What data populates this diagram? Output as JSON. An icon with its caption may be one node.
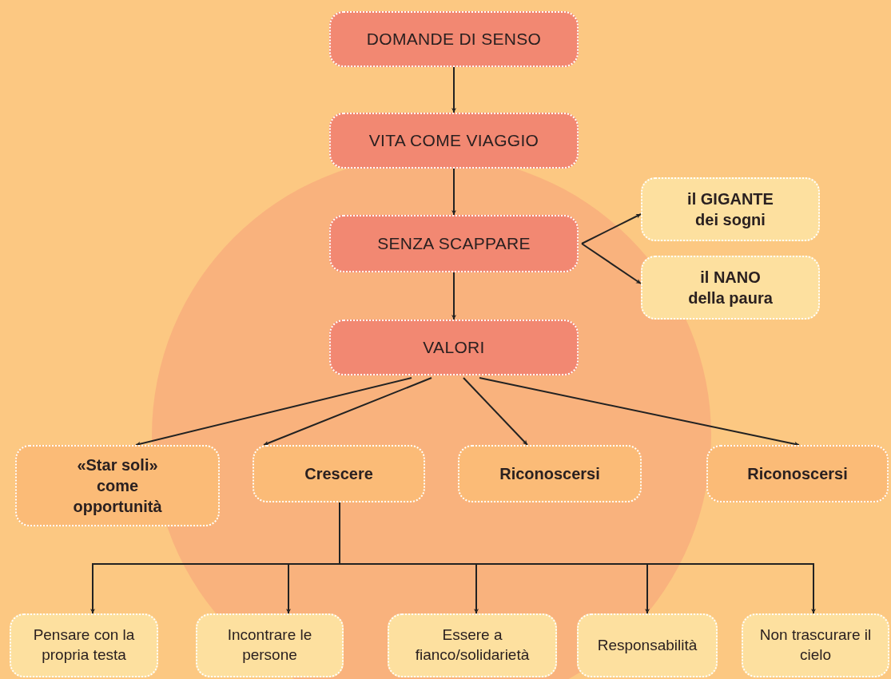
{
  "diagram": {
    "nodes": [
      {
        "text": [
          "DOMANDE DI SENSO"
        ]
      },
      {
        "text": [
          "VITA COME VIAGGIO"
        ]
      },
      {
        "text": [
          "SENZA SCAPPARE"
        ]
      },
      {
        "text": [
          "il GIGANTE dei sogni"
        ]
      },
      {
        "text": [
          "il NANO della paura"
        ]
      },
      {
        "text": [
          "VALORI"
        ]
      },
      {
        "text": [
          "«Star soli» come opportunità"
        ]
      },
      {
        "text": [
          "Crescere"
        ]
      },
      {
        "text": [
          "Riconoscersi"
        ]
      },
      {
        "text": [
          "Riconoscersi"
        ]
      },
      {
        "text": [
          "Pensare con la propria testa"
        ]
      },
      {
        "text": [
          "Incontrare le persone"
        ]
      },
      {
        "text": [
          "Essere a fianco/solidarietà"
        ]
      },
      {
        "text": [
          "Responsabilità"
        ]
      },
      {
        "text": [
          "Non trascurare il cielo"
        ]
      }
    ],
    "edges": [
      {
        "from": 0,
        "to": 1,
        "arrow": "to"
      },
      {
        "from": 1,
        "to": 2,
        "arrow": "to"
      },
      {
        "from": 2,
        "to": 3,
        "arrow": "to"
      },
      {
        "from": 2,
        "to": 4,
        "arrow": "to"
      },
      {
        "from": 2,
        "to": 5,
        "arrow": "to"
      },
      {
        "from": 5,
        "to": 6,
        "arrow": "to"
      },
      {
        "from": 5,
        "to": 7,
        "arrow": "to"
      },
      {
        "from": 5,
        "to": 8,
        "arrow": "to"
      },
      {
        "from": 5,
        "to": 9,
        "arrow": "to"
      },
      {
        "from": 7,
        "to": 10,
        "arrow": "to"
      },
      {
        "from": 7,
        "to": 11,
        "arrow": "to"
      },
      {
        "from": 7,
        "to": 12,
        "arrow": "to"
      },
      {
        "from": 7,
        "to": 13,
        "arrow": "to"
      },
      {
        "from": 7,
        "to": 14,
        "arrow": "to"
      }
    ]
  }
}
